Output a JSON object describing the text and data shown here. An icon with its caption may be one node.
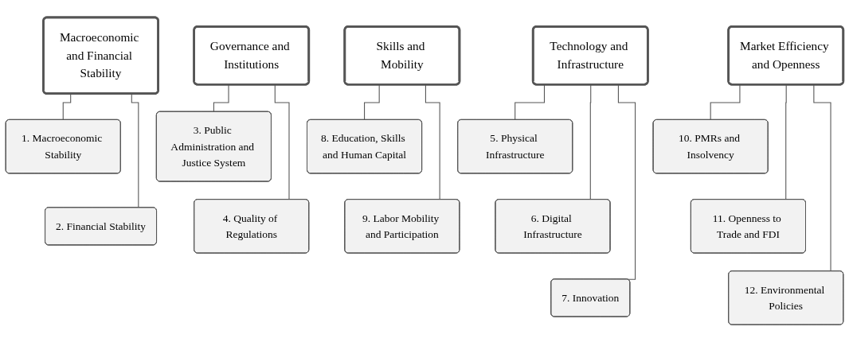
{
  "diagram": {
    "nodes": [
      {
        "text": [
          "Macroeconomic and Financial Stability"
        ]
      },
      {
        "text": [
          "1. Macroeconomic Stability"
        ]
      },
      {
        "text": [
          "2. Financial Stability"
        ]
      },
      {
        "text": [
          "Governance and Institutions"
        ]
      },
      {
        "text": [
          "3. Public Administration and Justice System"
        ]
      },
      {
        "text": [
          "4. Quality of Regulations"
        ]
      },
      {
        "text": [
          "Technology and Infrastructure"
        ]
      },
      {
        "text": [
          "5. Physical Infrastructure"
        ]
      },
      {
        "text": [
          "6. Digital Infrastructure"
        ]
      },
      {
        "text": [
          "7. Innovation"
        ]
      },
      {
        "text": [
          "Skills and Mobility"
        ]
      },
      {
        "text": [
          "8. Education, Skills and Human Capital"
        ]
      },
      {
        "text": [
          "9. Labor Mobility and Participation"
        ]
      },
      {
        "text": [
          "Market Efficiency and Openness"
        ]
      },
      {
        "text": [
          "10. PMRs and Insolvency"
        ]
      },
      {
        "text": [
          "11. Openness to Trade and FDI"
        ]
      },
      {
        "text": [
          "12. Environmental Policies"
        ]
      }
    ],
    "edges": [
      {
        "from": 0,
        "to": 1,
        "arrow": "none"
      },
      {
        "from": 0,
        "to": 2,
        "arrow": "none"
      },
      {
        "from": 3,
        "to": 4,
        "arrow": "none"
      },
      {
        "from": 3,
        "to": 5,
        "arrow": "none"
      },
      {
        "from": 6,
        "to": 7,
        "arrow": "none"
      },
      {
        "from": 6,
        "to": 8,
        "arrow": "none"
      },
      {
        "from": 6,
        "to": 9,
        "arrow": "none"
      },
      {
        "from": 10,
        "to": 11,
        "arrow": "none"
      },
      {
        "from": 10,
        "to": 12,
        "arrow": "none"
      },
      {
        "from": 13,
        "to": 14,
        "arrow": "none"
      },
      {
        "from": 13,
        "to": 15,
        "arrow": "none"
      },
      {
        "from": 13,
        "to": 16,
        "arrow": "none"
      }
    ]
  }
}
